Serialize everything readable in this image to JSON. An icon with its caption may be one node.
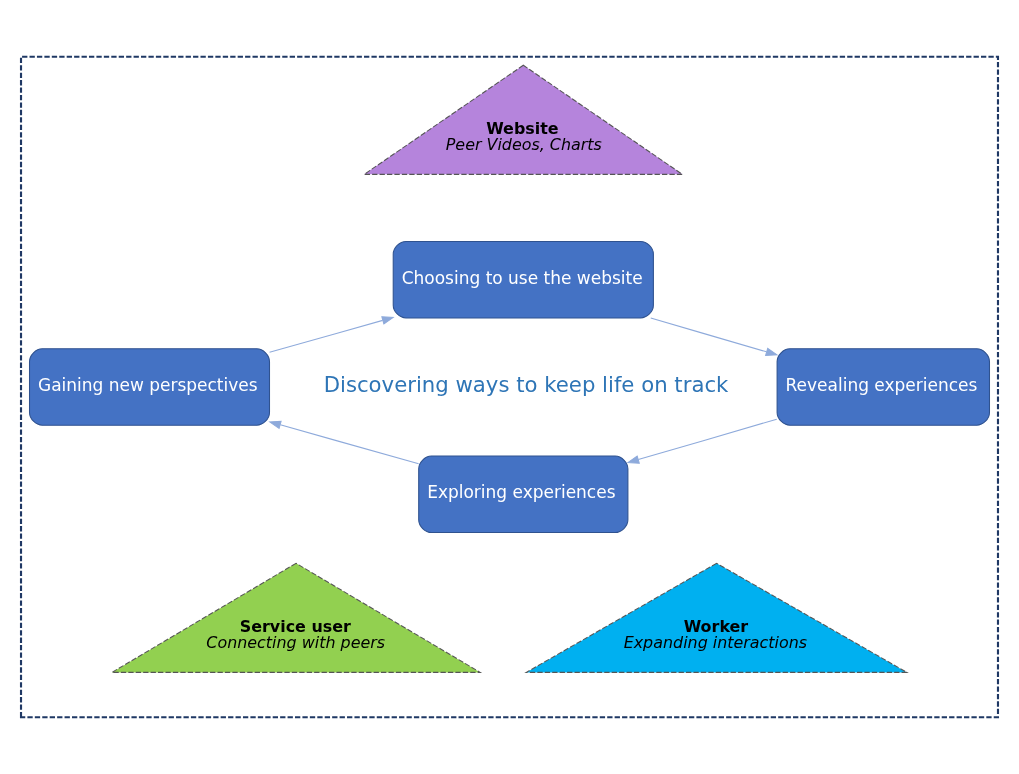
{
  "diagram": {
    "nodes": [
      {
        "text": [],
        "shape": "triangle"
      },
      {
        "text": [
          "Website",
          "Peer Videos, Charts"
        ],
        "in": 0
      },
      {
        "text": [
          "Choosing to use the website"
        ],
        "in": 0
      },
      {
        "text": [
          "Gaining new perspectives"
        ],
        "in": 0
      },
      {
        "text": [
          "Revealing experiences"
        ],
        "in": 0
      },
      {
        "text": [
          "Exploring experiences"
        ],
        "in": 0
      },
      {
        "text": [
          "Service user",
          "Connecting with peers"
        ],
        "in": 0
      },
      {
        "text": [
          "Worker",
          "Expanding interactions"
        ],
        "in": 0
      }
    ],
    "edges": [
      {
        "from": 2,
        "to": 4,
        "arrow": "to"
      },
      {
        "from": 4,
        "to": 5,
        "arrow": "to"
      },
      {
        "from": 5,
        "to": 3,
        "arrow": "to"
      },
      {
        "from": 3,
        "to": 2,
        "arrow": "to"
      }
    ],
    "labels": [
      "Discovering ways to keep life on track"
    ]
  }
}
